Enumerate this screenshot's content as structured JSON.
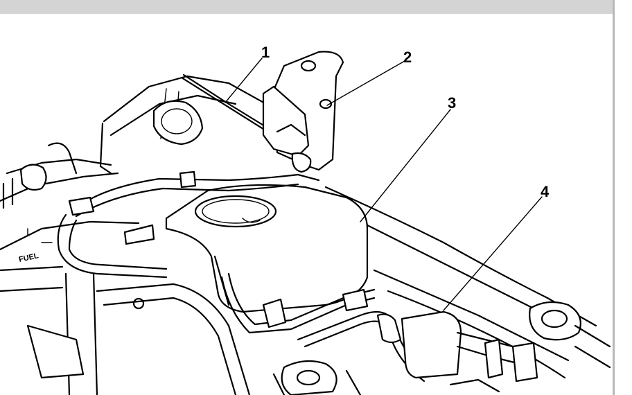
{
  "diagram": {
    "callouts": [
      {
        "id": "1",
        "text": "1"
      },
      {
        "id": "2",
        "text": "2"
      },
      {
        "id": "3",
        "text": "3"
      },
      {
        "id": "4",
        "text": "4"
      }
    ],
    "embossed_label": "FUEL"
  }
}
